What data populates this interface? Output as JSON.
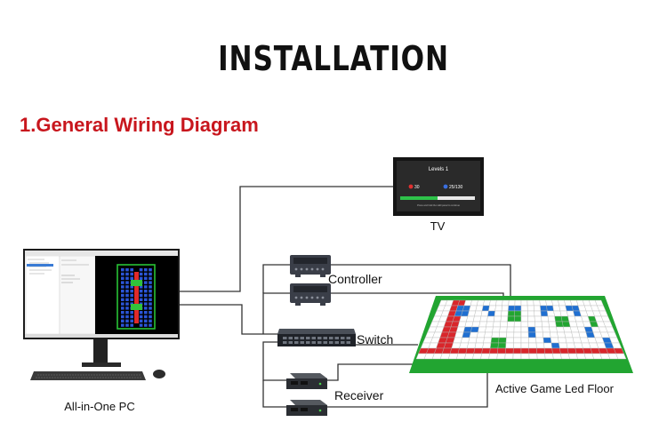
{
  "header": {
    "title": "INSTALLATION",
    "section_title": "1.General Wiring Diagram"
  },
  "labels": {
    "tv": "TV",
    "controller": "Controller",
    "switch": "Switch",
    "receiver": "Receiver",
    "floor": "Active Game Led Floor",
    "pc": "All-in-One PC"
  },
  "tv_screen": {
    "level": "Levels 1",
    "score_left": "30",
    "score_right": "25/130",
    "progress": 0.5,
    "caption": "Press and hold the LED panel to continue"
  },
  "colors": {
    "accent_red": "#c8161d",
    "floor_green": "#22a531",
    "floor_blue": "#1f6fd1",
    "floor_red": "#d9262b"
  }
}
